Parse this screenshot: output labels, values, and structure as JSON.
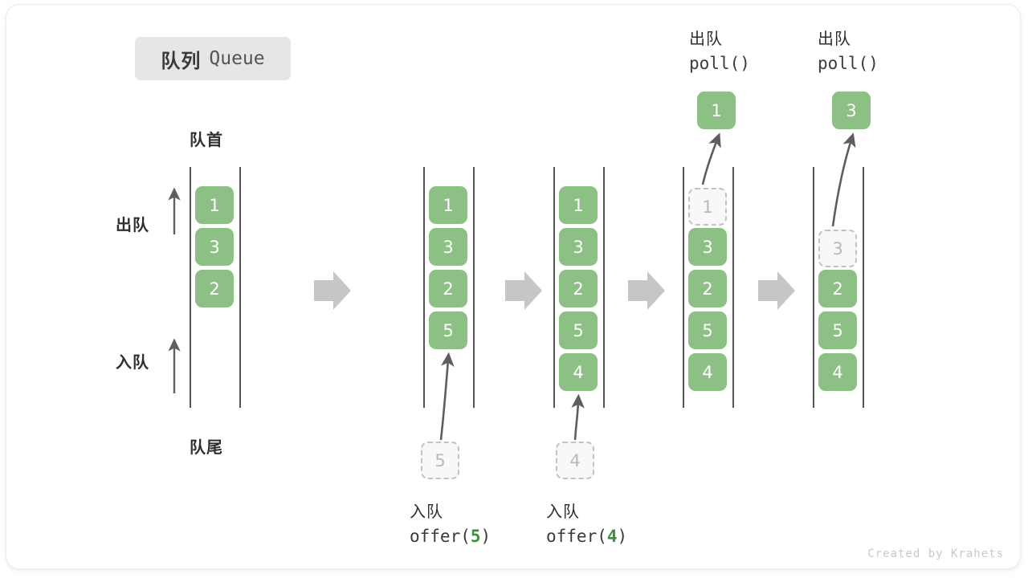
{
  "title": {
    "cn": "队列",
    "en": "Queue"
  },
  "labels": {
    "head": "队首",
    "tail": "队尾",
    "dequeue": "出队",
    "enqueue": "入队"
  },
  "footer": "Created by Krahets",
  "colors": {
    "element": "#8cc084",
    "ghost_fill": "#f8f8f8",
    "ghost_border": "#c2c2c2",
    "ghost_text": "#b9b9b9",
    "rail": "#555555",
    "arrow": "#c6c6c6",
    "curve": "#5e5e5e",
    "badge_bg": "#e6e6e6",
    "code_accent": "#3f8f43"
  },
  "stages": [
    {
      "id": "initial",
      "caption_top_cn": "",
      "caption_top_code": "",
      "caption_bottom_cn": "",
      "caption_bottom_code": "",
      "items": [
        "1",
        "3",
        "2"
      ],
      "ghost_index": null,
      "ghost_value": "",
      "popped_value": "",
      "pending_value": ""
    },
    {
      "id": "offer-5",
      "caption_top_cn": "",
      "caption_top_code": "",
      "caption_bottom_cn": "入队",
      "caption_bottom_code": "offer(5)",
      "caption_bottom_code_prefix": "offer(",
      "caption_bottom_code_num": "5",
      "caption_bottom_code_suffix": ")",
      "items": [
        "1",
        "3",
        "2",
        "5"
      ],
      "ghost_index": null,
      "ghost_value": "",
      "popped_value": "",
      "pending_value": "5"
    },
    {
      "id": "offer-4",
      "caption_top_cn": "",
      "caption_top_code": "",
      "caption_bottom_cn": "入队",
      "caption_bottom_code": "offer(4)",
      "caption_bottom_code_prefix": "offer(",
      "caption_bottom_code_num": "4",
      "caption_bottom_code_suffix": ")",
      "items": [
        "1",
        "3",
        "2",
        "5",
        "4"
      ],
      "ghost_index": null,
      "ghost_value": "",
      "popped_value": "",
      "pending_value": "4"
    },
    {
      "id": "poll-1",
      "caption_top_cn": "出队",
      "caption_top_code": "poll()",
      "caption_bottom_cn": "",
      "caption_bottom_code": "",
      "items": [
        "3",
        "2",
        "5",
        "4"
      ],
      "ghost_index": 0,
      "ghost_value": "1",
      "popped_value": "1",
      "pending_value": ""
    },
    {
      "id": "poll-3",
      "caption_top_cn": "出队",
      "caption_top_code": "poll()",
      "caption_bottom_cn": "",
      "caption_bottom_code": "",
      "items": [
        "2",
        "5",
        "4"
      ],
      "ghost_index": 1,
      "ghost_value": "3",
      "popped_value": "3",
      "pending_value": ""
    }
  ]
}
